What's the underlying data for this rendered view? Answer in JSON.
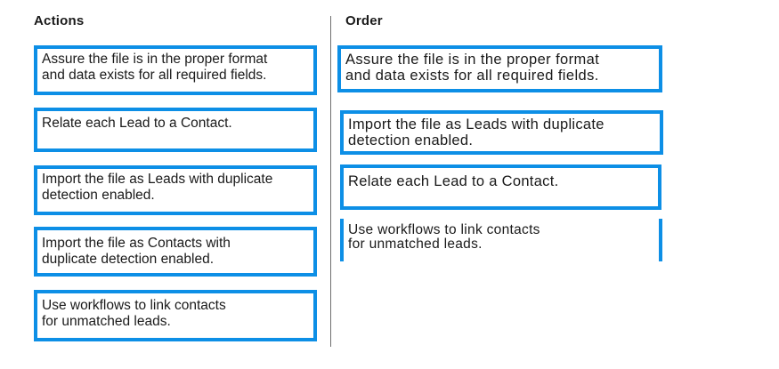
{
  "headings": {
    "actions": "Actions",
    "order": "Order"
  },
  "actions": [
    "Assure the file is in the proper format\nand data exists for all required fields.",
    "Relate each Lead to a Contact.",
    "Import the file as Leads with duplicate\ndetection enabled.",
    "Import the file as Contacts with\nduplicate detection enabled.",
    "Use workflows to link contacts\nfor unmatched leads."
  ],
  "order": [
    "Assure the file is in the proper format\nand data exists for all required fields.",
    "Import the file as Leads with duplicate\ndetection enabled.",
    "Relate each Lead to a Contact.",
    "Use workflows to link contacts\nfor unmatched leads."
  ],
  "colors": {
    "box_border": "#0d8fe6",
    "divider": "#6f6f6f"
  }
}
